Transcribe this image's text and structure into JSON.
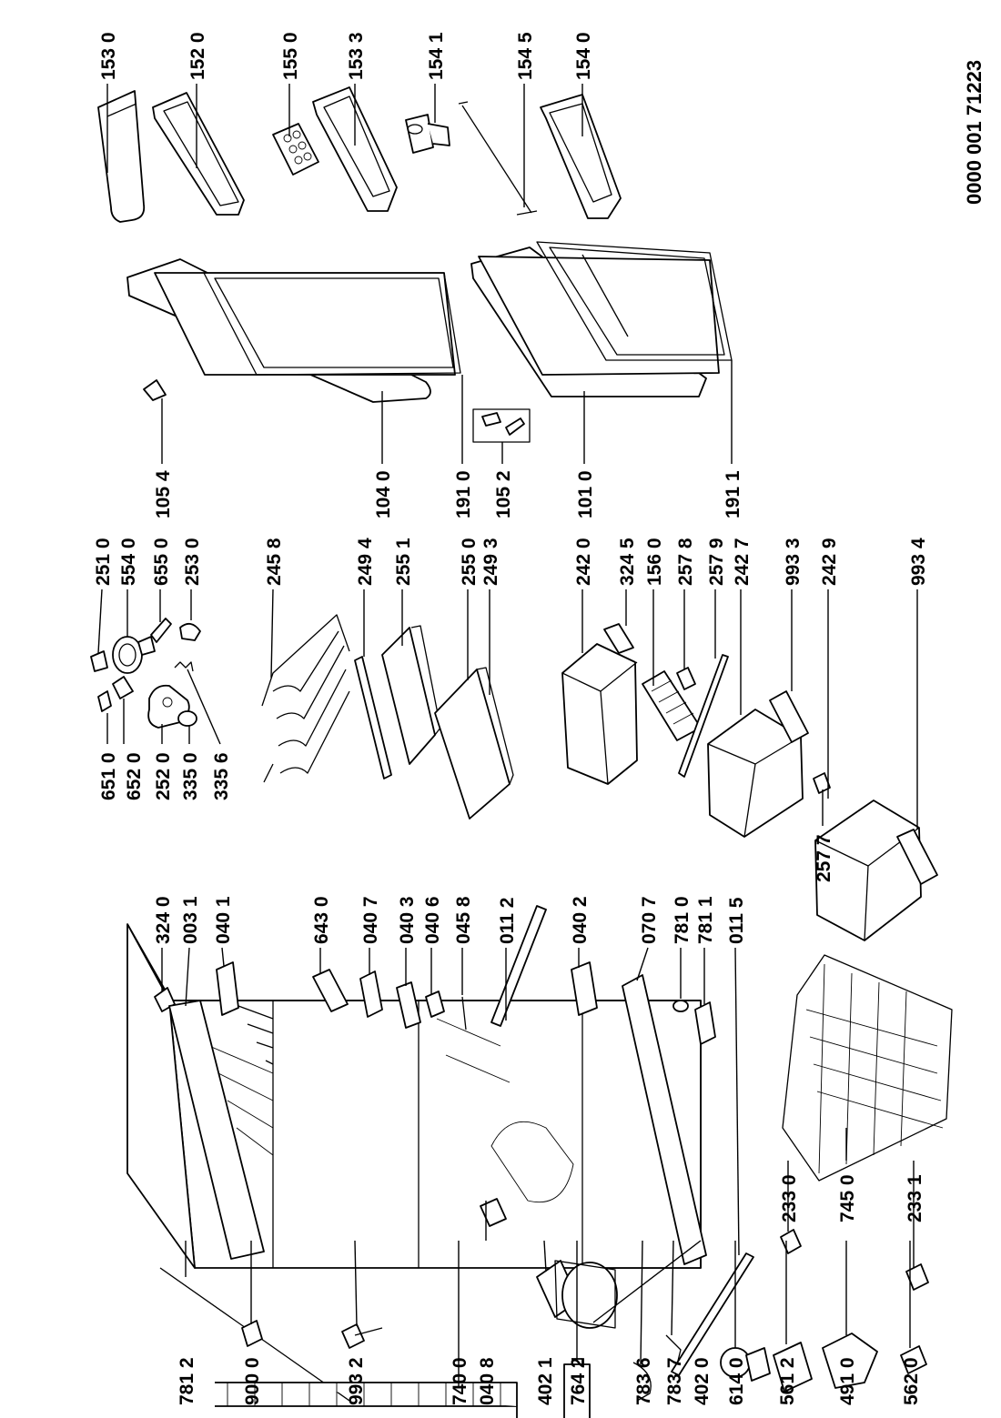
{
  "document_number": "0000 001 71223",
  "part_numbers": {
    "p1530": "153 0",
    "p1520": "152 0",
    "p1550": "155 0",
    "p1533": "153 3",
    "p1541": "154 1",
    "p1545": "154 5",
    "p1540": "154 0",
    "p1054": "105 4",
    "p1040": "104 0",
    "p1910": "191 0",
    "p1052": "105 2",
    "p1010": "101 0",
    "p1911": "191 1",
    "p6510": "651 0",
    "p6520": "652 0",
    "p2520": "252 0",
    "p3350": "335 0",
    "p3356": "335 6",
    "p2510": "251 0",
    "p5540": "554 0",
    "p6550": "655 0",
    "p2530": "253 0",
    "p2458": "245 8",
    "p2494": "249 4",
    "p2551": "255 1",
    "p2550": "255 0",
    "p2493": "249 3",
    "p2420": "242 0",
    "p3245": "324 5",
    "p1560": "156 0",
    "p2578": "257 8",
    "p2579": "257 9",
    "p2427": "242 7",
    "p9933": "993 3",
    "p2429": "242 9",
    "p9934": "993 4",
    "p2577": "257 7",
    "p3240": "324 0",
    "p0031": "003 1",
    "p0401": "040 1",
    "p6430": "643 0",
    "p0407": "040 7",
    "p0403": "040 3",
    "p0406": "040 6",
    "p0458": "045 8",
    "p0112": "011 2",
    "p0402": "040 2",
    "p0707": "070 7",
    "p7810": "781 0",
    "p7811": "781 1",
    "p0115": "011 5",
    "p2330": "233 0",
    "p7450": "745 0",
    "p2331": "233 1",
    "p7812": "781 2",
    "p9000": "900 0",
    "p9932": "993 2",
    "p7400": "740 0",
    "p0408": "040 8",
    "p4021": "402 1",
    "p7642": "764 2",
    "p7836": "783 6",
    "p7837": "783 7",
    "p4020": "402 0",
    "p6140": "614 0",
    "p5612": "561 2",
    "p4910": "491 0",
    "p5620": "562 0"
  }
}
